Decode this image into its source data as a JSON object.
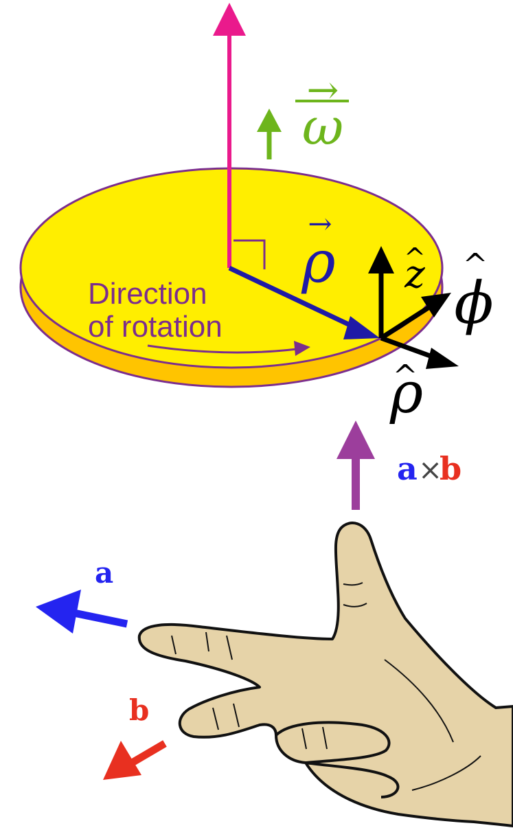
{
  "colors": {
    "disk_top": "#ffee00",
    "disk_side": "#ffc400",
    "disk_edge": "#7b2d8e",
    "axis_pink": "#ea1a8c",
    "omega_green": "#6db51c",
    "rho_blue": "#1f1aa6",
    "unit_black": "#000000",
    "rotation_text": "#7b2d8e",
    "cross_purple": "#9c3e9c",
    "a_blue": "#2424f0",
    "b_red": "#e83020",
    "skin": "#e6d3a8",
    "skin_outline": "#111111"
  },
  "labels": {
    "omega": "ω",
    "rho_vec": "ρ",
    "z_hat": "z",
    "phi_hat": "ϕ",
    "rho_hat": "ρ",
    "hat_mark": "^",
    "vec_mark": "→",
    "rotation_line1": "Direction",
    "rotation_line2": "of rotation",
    "cross_a": "a",
    "cross_times": "×",
    "cross_b": "b",
    "finger_a": "a",
    "finger_b": "b"
  }
}
